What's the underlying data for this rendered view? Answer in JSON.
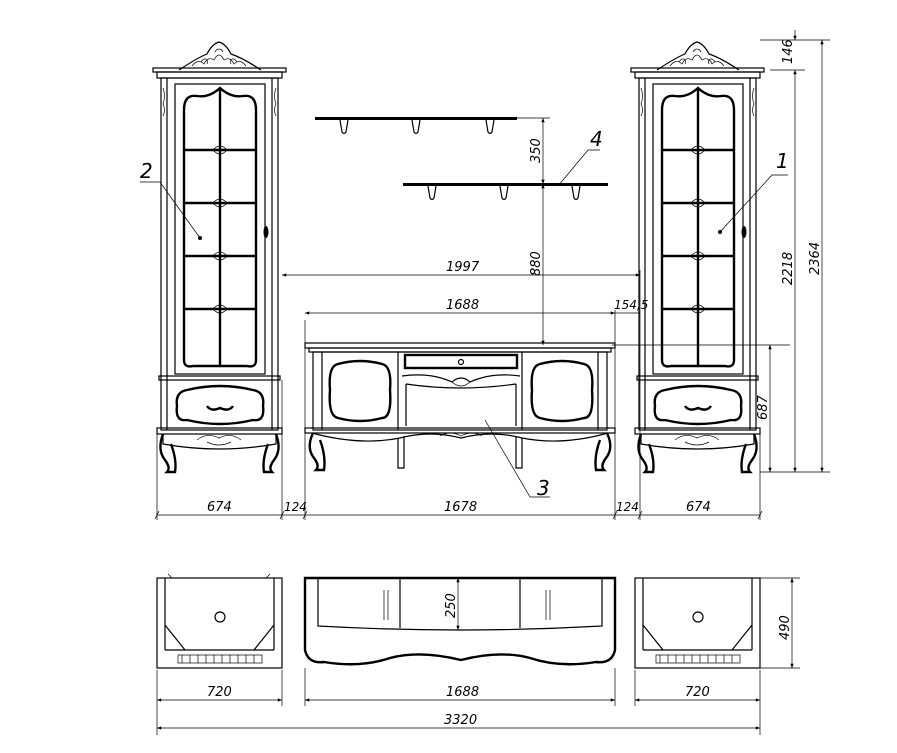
{
  "drawing": {
    "callouts": {
      "cabinet_right": "1",
      "cabinet_left": "2",
      "tv_stand": "3",
      "shelves": "4"
    },
    "dimensions": {
      "crown_height": "146",
      "shelf_spacing": "350",
      "shelf_to_stand": "880",
      "gap_between_cabinets": "1997",
      "stand_top_width": "1688",
      "stand_overhang": "154,5",
      "cabinet_body_height": "2218",
      "cabinet_total_height": "2364",
      "stand_height": "687",
      "left_cabinet_width": "674",
      "left_gap": "124",
      "stand_width": "1678",
      "right_gap": "124",
      "right_cabinet_width": "674",
      "stand_plan_depth_inner": "250",
      "plan_depth": "490",
      "plan_left_width": "720",
      "plan_stand_width": "1688",
      "plan_right_width": "720",
      "overall_width": "3320"
    }
  }
}
